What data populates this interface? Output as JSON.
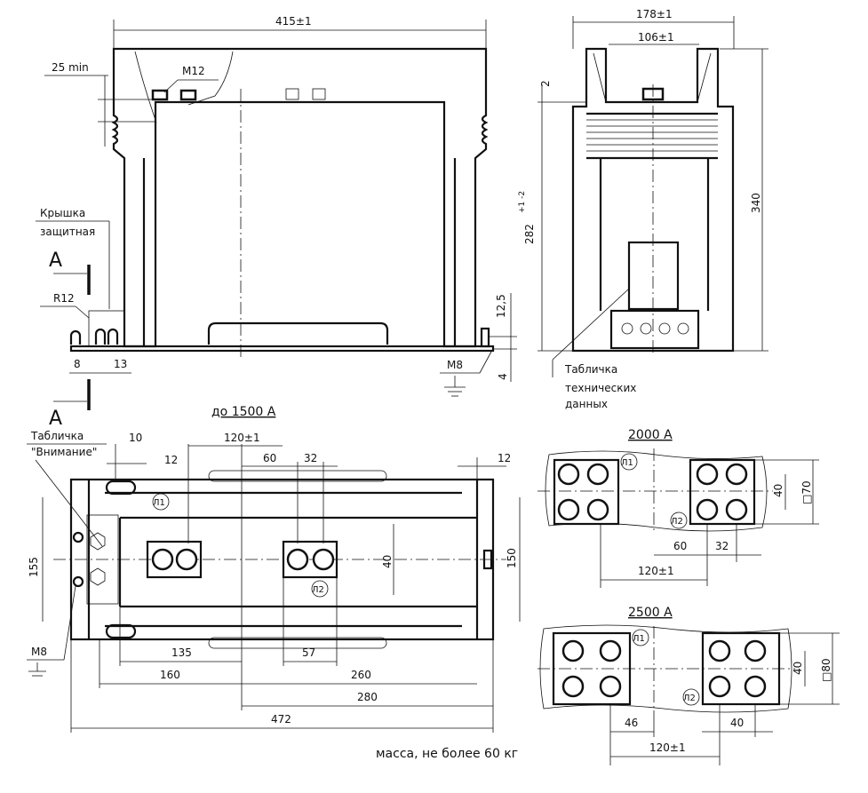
{
  "front_view": {
    "width_dim": "415±1",
    "clearance_dim": "25 min",
    "thread_top": "M12",
    "cover_label_1": "Крышка",
    "cover_label_2": "защитная",
    "section_mark_top": "A",
    "section_mark_bottom": "A",
    "radius": "R12",
    "dim_8": "8",
    "dim_13": "13",
    "dim_12_5": "12,5",
    "dim_4": "4",
    "thread_ground": "M8"
  },
  "side_view": {
    "width_dim": "178±1",
    "inner_dim": "106±1",
    "dim_2": "2",
    "height_dim_base": "282",
    "height_tol": "+1 -2",
    "total_height": "340",
    "plate_label_1": "Табличка",
    "plate_label_2": "технических",
    "plate_label_3": "данных"
  },
  "plan_view": {
    "title": "до 1500 А",
    "warning_label_1": "Табличка",
    "warning_label_2": "\"Внимание\"",
    "dim_10": "10",
    "dim_12_left": "12",
    "dim_120": "120±1",
    "dim_60": "60",
    "dim_32": "32",
    "dim_12_right": "12",
    "dim_155": "155",
    "dim_150": "150",
    "dim_40": "40",
    "thread_ground": "M8",
    "dim_135": "135",
    "dim_57": "57",
    "dim_160": "160",
    "dim_260": "260",
    "dim_280": "280",
    "dim_472": "472",
    "terminal_l1": "Л1",
    "terminal_l2": "Л2"
  },
  "variant_2000": {
    "title": "2000 А",
    "dim_40": "40",
    "dim_square": "□70",
    "dim_60": "60",
    "dim_32": "32",
    "dim_120": "120±1",
    "terminal_l1": "Л1",
    "terminal_l2": "Л2"
  },
  "variant_2500": {
    "title": "2500 А",
    "dim_40_v": "40",
    "dim_square": "□80",
    "dim_46": "46",
    "dim_40_h": "40",
    "dim_120": "120±1",
    "terminal_l1": "Л1",
    "terminal_l2": "Л2"
  },
  "mass_note": "масса, не более 60 кг"
}
